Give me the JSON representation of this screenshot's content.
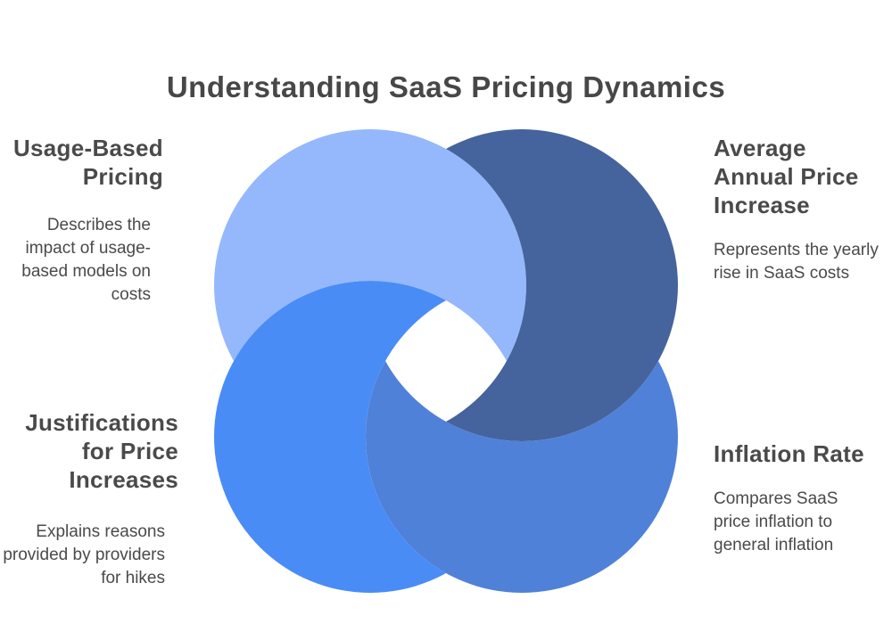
{
  "title": "Understanding SaaS Pricing Dynamics",
  "graphic": {
    "kind": "four-interlocking-crescent-circles",
    "colors": {
      "top_left": "#94b8fb",
      "top_right": "#45639c",
      "bottom_left": "#4a8cf6",
      "bottom_right": "#4f81d8"
    }
  },
  "sections": {
    "top_left": {
      "heading": "Usage-Based Pricing",
      "description": "Describes the impact of usage-based models on costs"
    },
    "top_right": {
      "heading": "Average Annual Price Increase",
      "description": "Represents the yearly rise in SaaS costs"
    },
    "bottom_left": {
      "heading": "Justifications for Price Increases",
      "description": "Explains reasons provided by providers for hikes"
    },
    "bottom_right": {
      "heading": "Inflation Rate",
      "description": "Compares SaaS price inflation to general inflation"
    }
  }
}
